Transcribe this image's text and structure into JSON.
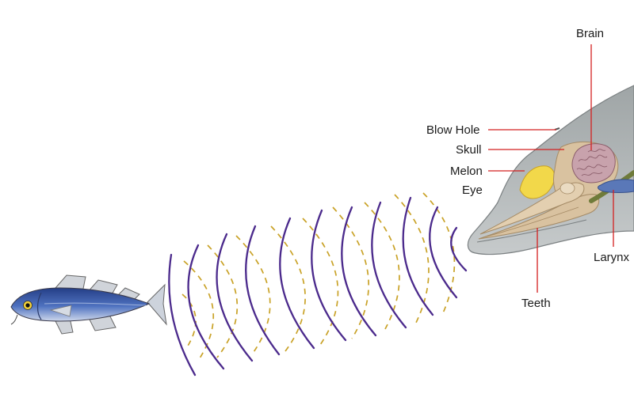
{
  "labels": {
    "brain": "Brain",
    "blow_hole": "Blow Hole",
    "skull": "Skull",
    "melon": "Melon",
    "eye": "Eye",
    "larynx": "Larynx",
    "teeth": "Teeth"
  },
  "colors": {
    "pointer_line": "#d42020",
    "outgoing_wave": "#4b2a8c",
    "echo_wave": "#c9a227",
    "dolphin_skin": "#b4b9ba",
    "skull": "#d9c2a0",
    "melon": "#f2d84a",
    "brain": "#c8a2ac",
    "larynx": "#5a78b8",
    "fish_body": "#3c5aa6"
  },
  "icons": {
    "fish": "fish-icon",
    "dolphin_head": "dolphin-head-icon"
  }
}
